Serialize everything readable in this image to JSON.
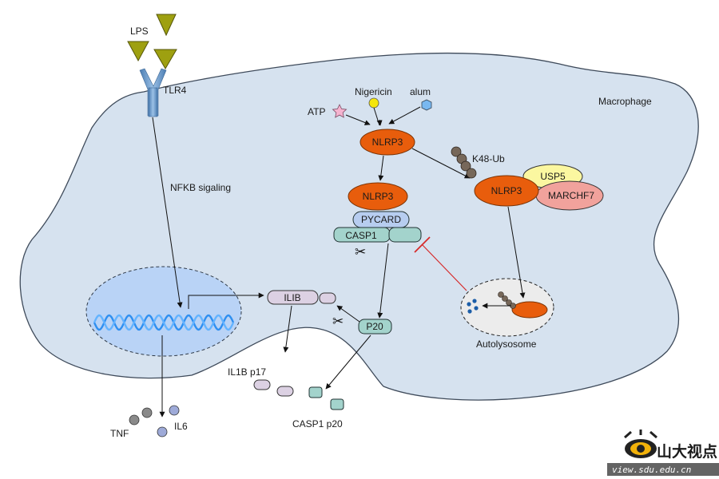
{
  "labels": {
    "lps": "LPS",
    "tlr4": "TLR4",
    "nfkb": "NFKB sigaling",
    "macrophage": "Macrophage",
    "nigericin": "Nigericin",
    "alum": "alum",
    "atp": "ATP",
    "nlrp3_top": "NLRP3",
    "nlrp3_mid": "NLRP3",
    "nlrp3_right": "NLRP3",
    "k48ub": "K48-Ub",
    "usp5": "USP5",
    "marchf7": "MARCHF7",
    "pycard": "PYCARD",
    "casp1": "CASP1",
    "ilib": "ILIB",
    "p20": "P20",
    "il1b_p17": "IL1B p17",
    "casp1_p20": "CASP1 p20",
    "tnf": "TNF",
    "il6": "IL6",
    "autolysosome": "Autolysosome"
  },
  "logo": {
    "name": "山大视点",
    "url": "view.sdu.edu.cn"
  },
  "colors": {
    "cell_fill": "#d6e2ef",
    "cell_stroke": "#3e4a5a",
    "nucleus_fill": "#b9d3f6",
    "dna": "#2f8ff0",
    "nlrp3": "#e85d0c",
    "usp5": "#fbf7a0",
    "marchf7": "#f1a29c",
    "pycard": "#b7cdf0",
    "casp1": "#a3d3cc",
    "ilib": "#dcd1e3",
    "lps": "#9ea010",
    "tlr4": "#6596c8",
    "inhibit": "#d62a2a",
    "ub_bead": "#77685a",
    "tnf_bead": "#8a8a8a",
    "il6_bead": "#9eaad8",
    "nigericin": "#f5e60c",
    "alum": "#79b8f0",
    "atp_star": "#f5b3cf",
    "logo_yellow": "#f2b20a"
  }
}
